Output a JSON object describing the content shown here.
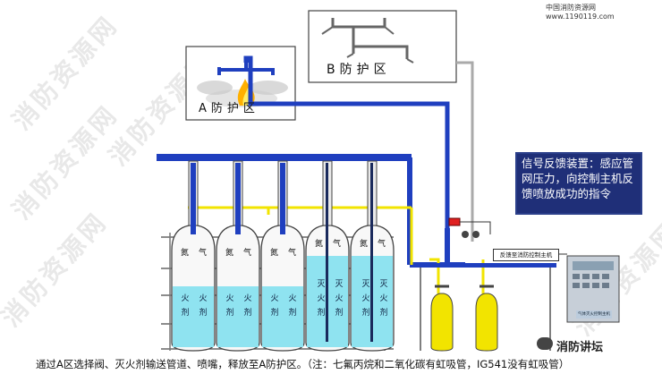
{
  "site_label": "中国消防资源网 www.1190119.com",
  "zone_b_label": "B防护区",
  "zone_a_label": "A防护区",
  "callout_text": "信号反馈装置：感应管网压力，向控制主机反馈喷放成功的指令",
  "controller_label": "反馈至消防控制主机",
  "panel_label": "气体灭火控制主机",
  "caption": "通过A区选择阀、灭火剂输送管道、喷嘴，释放至A防护区。（注：七氟丙烷和二氧化碳有虹吸管，IG541没有虹吸管）",
  "brand": "消防讲坛",
  "watermark": "消防资源网",
  "cylinder_labels": {
    "gas_left": "氮",
    "gas_right": "气",
    "agent_a": "灭",
    "agent_b": "火",
    "agent_c": "剂",
    "agent_short_a": "火",
    "agent_short_b": "剂"
  },
  "colors": {
    "pipe_blue": "#1f3fbf",
    "signal_yellow": "#f2e400",
    "liquid": "#8fe3f0",
    "callout_bg": "#1f2f78",
    "alarm_red": "#e02020"
  }
}
